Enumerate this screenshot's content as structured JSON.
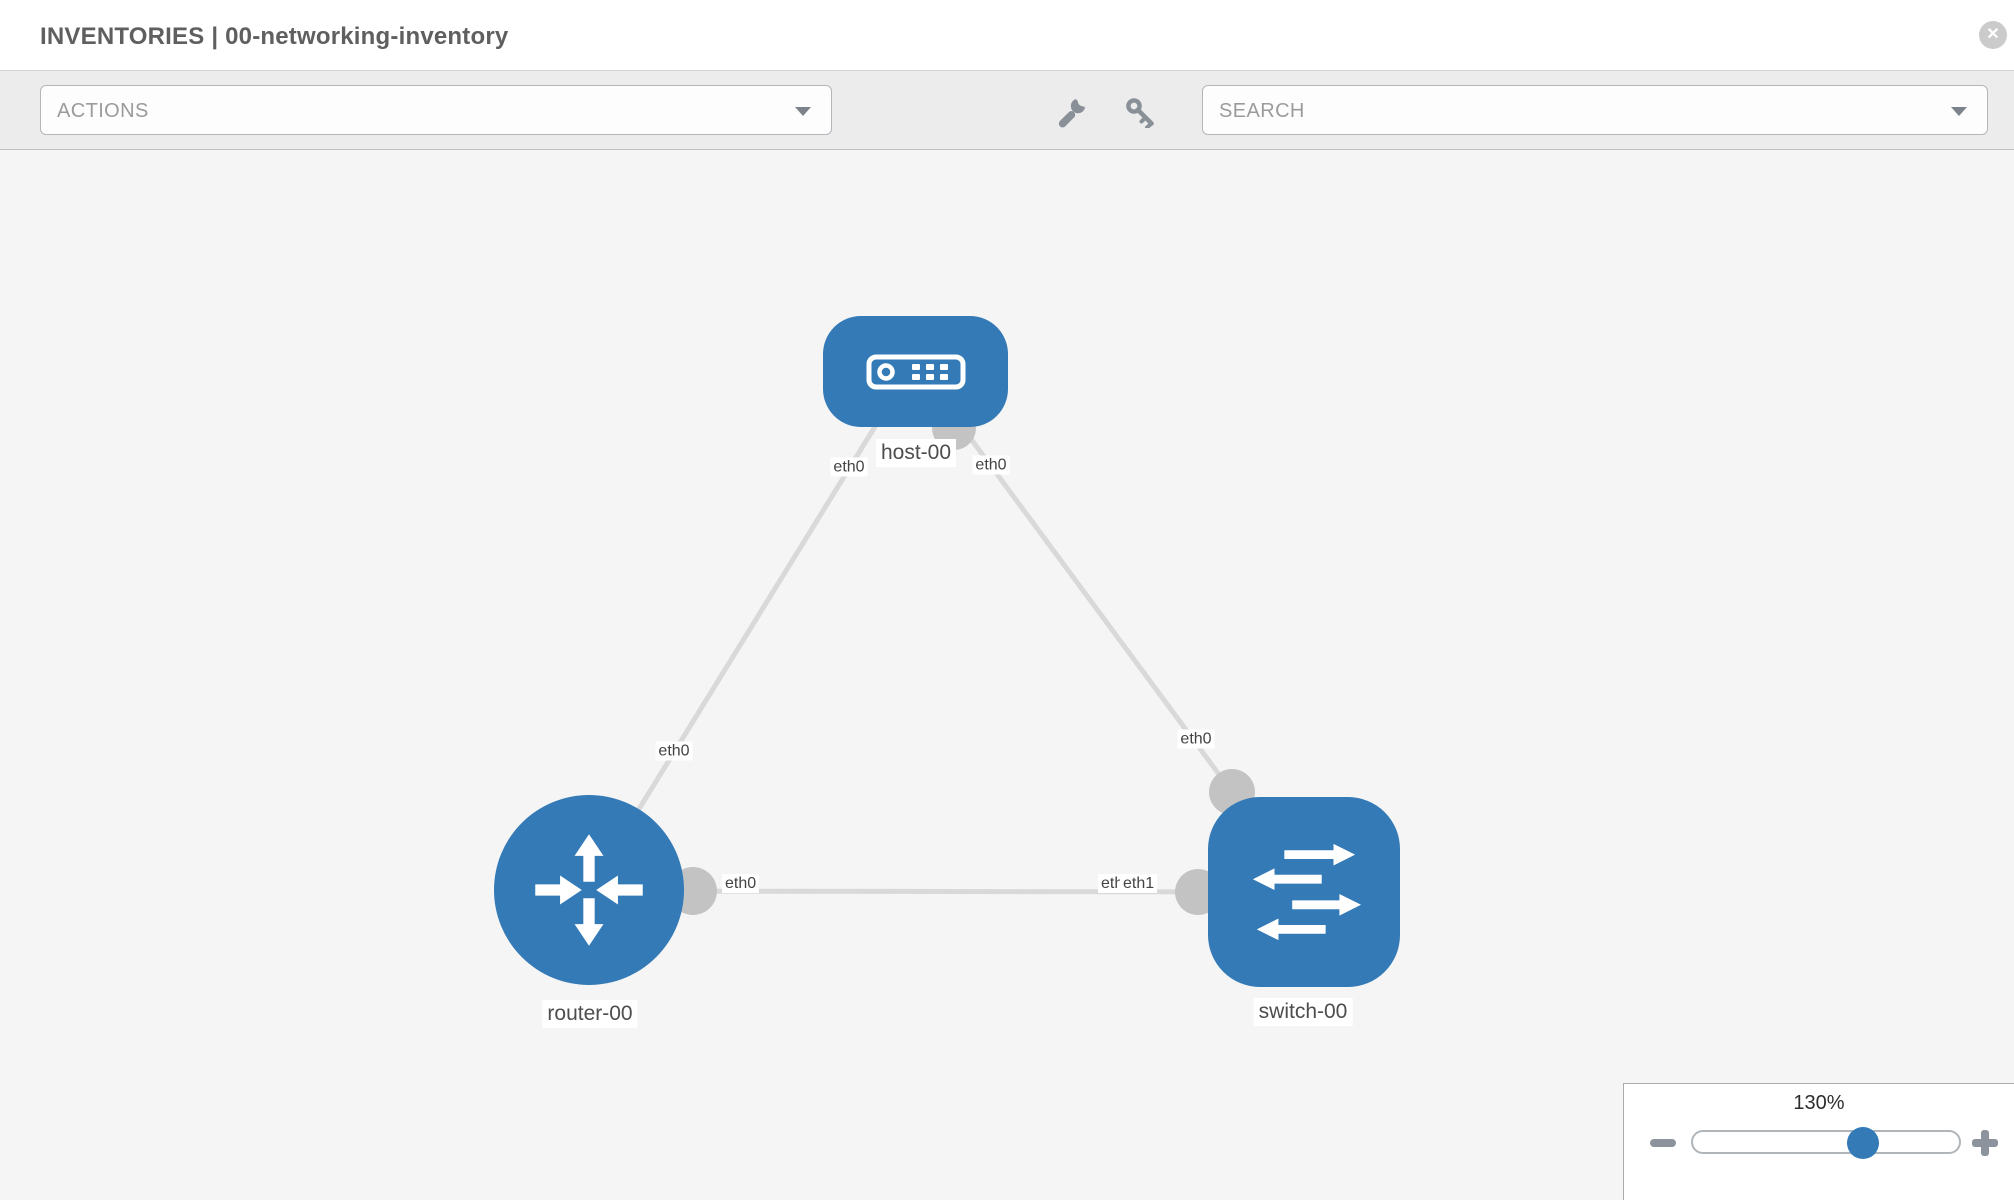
{
  "header": {
    "title": "INVENTORIES | 00-networking-inventory",
    "close": "✕"
  },
  "toolbar": {
    "actions": {
      "placeholder": "ACTIONS"
    },
    "search": {
      "placeholder": "SEARCH"
    },
    "tools": [
      {
        "icon": "wrench-icon"
      },
      {
        "icon": "key-icon"
      }
    ]
  },
  "topology": {
    "nodes": [
      {
        "label": "host-00",
        "type": "host",
        "icon": "host-icon"
      },
      {
        "label": "router-00",
        "type": "router",
        "icon": "router-icon"
      },
      {
        "label": "switch-00",
        "type": "switch",
        "icon": "switch-icon"
      }
    ],
    "links": [
      {
        "from": "host-00",
        "to": "router-00"
      },
      {
        "from": "host-00",
        "to": "switch-00"
      },
      {
        "from": "router-00",
        "to": "switch-00"
      }
    ],
    "interface_labels": [
      {
        "text": "eth0"
      },
      {
        "text": "eth0"
      },
      {
        "text": "eth0"
      },
      {
        "text": "eth0"
      },
      {
        "text": "eth0"
      },
      {
        "text": "eth1"
      },
      {
        "text": "eth1"
      }
    ]
  },
  "zoom_control": {
    "level": "130%",
    "minus": "−",
    "plus": "+"
  },
  "colors": {
    "node_blue": "#337ab7",
    "edge_gray": "#d9d9d9",
    "connector_gray": "#c3c3c3",
    "toolbar_bg": "#ececec",
    "canvas_bg": "#f5f5f5"
  }
}
